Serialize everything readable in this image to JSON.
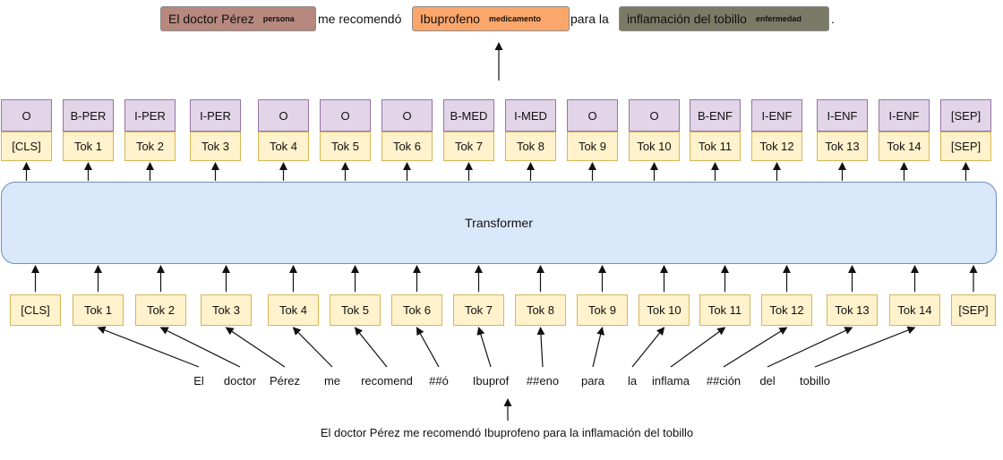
{
  "colors": {
    "persona": "#b7887e",
    "medicamento": "#fba76b",
    "enfermedad": "#7a7a66",
    "label_fill": "#e1d5e7",
    "token_fill": "#fff2cc",
    "transformer_fill": "#dae8fc"
  },
  "output_sentence": [
    {
      "type": "entity",
      "text": "El doctor Pérez",
      "tag": "persona",
      "color_key": "persona"
    },
    {
      "type": "text",
      "text": "me recomendó"
    },
    {
      "type": "entity",
      "text": "Ibuprofeno",
      "tag": "medicamento",
      "color_key": "medicamento"
    },
    {
      "type": "text",
      "text": "para la"
    },
    {
      "type": "entity",
      "text": "inflamación del tobillo",
      "tag": "enfermedad",
      "color_key": "enfermedad"
    },
    {
      "type": "text",
      "text": "."
    }
  ],
  "labels": [
    "O",
    "B-PER",
    "I-PER",
    "I-PER",
    "O",
    "O",
    "O",
    "B-MED",
    "I-MED",
    "O",
    "O",
    "B-ENF",
    "I-ENF",
    "I-ENF",
    "I-ENF",
    "[SEP]"
  ],
  "output_tokens": [
    "[CLS]",
    "Tok 1",
    "Tok 2",
    "Tok 3",
    "Tok 4",
    "Tok 5",
    "Tok 6",
    "Tok 7",
    "Tok 8",
    "Tok 9",
    "Tok 10",
    "Tok 11",
    "Tok 12",
    "Tok 13",
    "Tok 14",
    "[SEP]"
  ],
  "transformer_label": "Transformer",
  "input_tokens": [
    "[CLS]",
    "Tok 1",
    "Tok 2",
    "Tok 3",
    "Tok 4",
    "Tok 5",
    "Tok 6",
    "Tok 7",
    "Tok 8",
    "Tok 9",
    "Tok 10",
    "Tok 11",
    "Tok 12",
    "Tok 13",
    "Tok 14",
    "[SEP]"
  ],
  "wordpieces": [
    "El",
    "doctor",
    "Pérez",
    "me",
    "recomend",
    "##ó",
    "Ibuprof",
    "##eno",
    "para",
    "la",
    "inflama",
    "##ción",
    "del",
    "tobillo"
  ],
  "input_sentence": "El doctor Pérez me recomendó Ibuprofeno para la inflamación del tobillo"
}
